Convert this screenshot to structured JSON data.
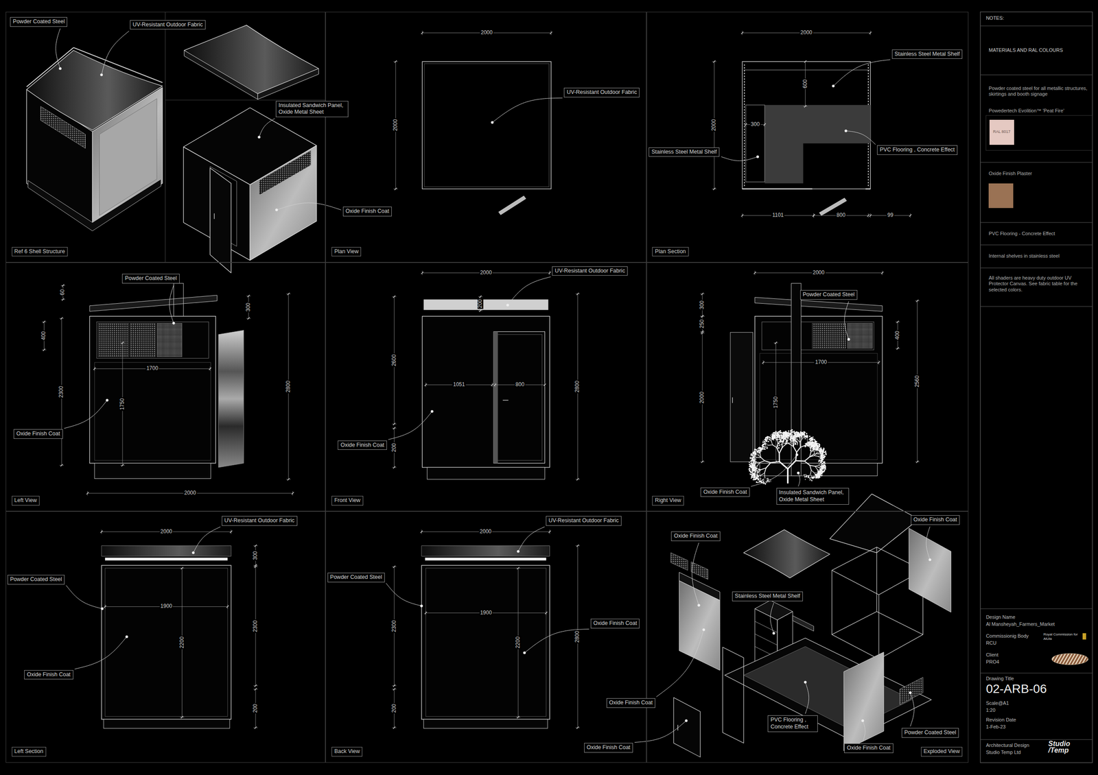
{
  "diagram": {
    "title": "02-ARB-06",
    "nodes": [
      {
        "text": [
          "Ref 6 Shell Structure"
        ]
      },
      {
        "text": [
          "Powder Coated Steel"
        ],
        "in": 0
      },
      {
        "text": [
          "UV-Resistant Outdoor Fabric"
        ],
        "in": 0
      },
      {
        "text": [
          "Insulated Sandwich Panel, Oxide Metal Sheet"
        ]
      },
      {
        "text": [
          "Plan View"
        ]
      },
      {
        "text": [
          "UV-Resistant Outdoor Fabric"
        ],
        "in": 4
      },
      {
        "text": [
          "Oxide Finish Coat"
        ],
        "in": 4
      },
      {
        "text": [
          "Plan Section"
        ]
      },
      {
        "text": [
          "Stainless Steel Metal Shelf"
        ],
        "in": 7
      },
      {
        "text": [
          "Stainless Steel Metal Shelf"
        ],
        "in": 7
      },
      {
        "text": [
          "PVC Flooring , Concrete Effect"
        ],
        "in": 7
      },
      {
        "text": [
          "Left View"
        ]
      },
      {
        "text": [
          "Powder Coated Steel"
        ],
        "in": 11
      },
      {
        "text": [
          "Oxide Finish Coat"
        ],
        "in": 11
      },
      {
        "text": [
          "Front View"
        ]
      },
      {
        "text": [
          "UV-Resistant Outdoor Fabric"
        ],
        "in": 14
      },
      {
        "text": [
          "Oxide Finish Coat"
        ],
        "in": 14
      },
      {
        "text": [
          "Right View"
        ]
      },
      {
        "text": [
          "Powder Coated Steel"
        ],
        "in": 17
      },
      {
        "text": [
          "Oxide Finish Coat"
        ],
        "in": 17
      },
      {
        "text": [
          "Insulated Sandwich Panel, Oxide Metal Sheet"
        ],
        "in": 17
      },
      {
        "text": [
          "Left Section"
        ]
      },
      {
        "text": [
          "UV-Resistant Outdoor Fabric"
        ],
        "in": 21
      },
      {
        "text": [
          "Powder Coated Steel"
        ],
        "in": 21
      },
      {
        "text": [
          "Oxide Finish Coat"
        ],
        "in": 21
      },
      {
        "text": [
          "Back View"
        ]
      },
      {
        "text": [
          "UV-Resistant Outdoor Fabric"
        ],
        "in": 25
      },
      {
        "text": [
          "Powder Coated Steel"
        ],
        "in": 25
      },
      {
        "text": [
          "Oxide Finish Coat"
        ],
        "in": 25
      },
      {
        "text": [
          "Exploded View"
        ]
      },
      {
        "text": [
          "Oxide Finish Coat"
        ],
        "in": 29
      },
      {
        "text": [
          "Oxide Finish Coat"
        ],
        "in": 29
      },
      {
        "text": [
          "Stainless Steel Metal Shelf"
        ],
        "in": 29
      },
      {
        "text": [
          "Oxide Finish Coat"
        ]
      },
      {
        "text": [
          "Oxide Finish Coat"
        ]
      },
      {
        "text": [
          "PVC Flooring , Concrete Effect"
        ],
        "in": 29
      },
      {
        "text": [
          "Oxide Finish Coat"
        ],
        "in": 29
      },
      {
        "text": [
          "Powder Coated Steel"
        ],
        "in": 29
      }
    ],
    "labels": [
      "2000",
      "2000",
      "2000",
      "600",
      "300",
      "2000",
      "1101",
      "800",
      "99",
      "60",
      "300",
      "400",
      "1700",
      "2300",
      "1750",
      "2800",
      "2000",
      "2000",
      "200",
      "2600",
      "1051",
      "800",
      "2800",
      "200",
      "2000",
      "300",
      "250",
      "400",
      "1700",
      "2000",
      "1750",
      "2560",
      "2000",
      "300",
      "1900",
      "2200",
      "2300",
      "200",
      "2000",
      "1900",
      "2200",
      "2800",
      "2300",
      "200",
      "NOTES:",
      "MATERIALS AND RAL COLOURS",
      "Powder coated steel for all metallic structures, skirtings and booth signage",
      "RAL 8017",
      "PVC Flooring - Concrete Effect",
      "Internal shelves in stainless steel",
      "All shaders are heavy duty outdoor UV Protector Canvas. See fabric table for the selected colors.",
      "Design Name",
      "Al Mansheyah_Farmers_Market",
      "Commissionig Body",
      "RCU",
      "Royal Commission for AlUla",
      "Client",
      "PRO4",
      "Drawing Title",
      "Scale@A1",
      "1:20",
      "Revision Date",
      "1-Feb-23",
      "Architectural Design",
      "Studio Temp Ltd",
      "Studio /Temp"
    ],
    "legend": [
      {
        "text": "Powedertech Evolition™ 'Peat Fire'",
        "color": "#e5c9c2"
      },
      {
        "text": "Oxide Finish Plaster",
        "color": "#9a7254"
      }
    ]
  }
}
